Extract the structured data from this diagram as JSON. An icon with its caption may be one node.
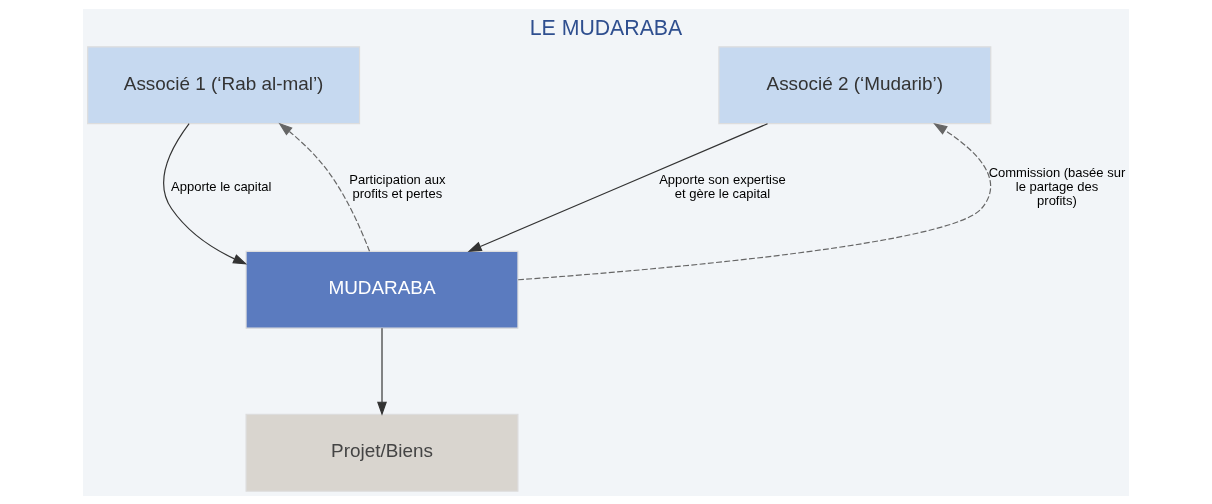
{
  "diagram": {
    "title": "LE MUDARABA",
    "nodes": [
      {
        "text": [
          "Associé 1 (‘Rab al-mal’)"
        ]
      },
      {
        "text": [
          "Associé 2 (‘Mudarib’)"
        ]
      },
      {
        "text": [
          "MUDARABA"
        ]
      },
      {
        "text": [
          "Projet/Biens"
        ]
      }
    ],
    "edges": [
      {
        "from": 2,
        "to": 0,
        "arrow": "to",
        "style": "dashed",
        "label": "Participation aux profits et pertes"
      },
      {
        "from": 2,
        "to": 1,
        "arrow": "to",
        "style": "dashed",
        "label": "Commission (basée sur le partage des profits)"
      },
      {
        "from": 0,
        "to": 2,
        "arrow": "to",
        "label": "Apporte le capital"
      },
      {
        "from": 1,
        "to": 2,
        "arrow": "to",
        "label": "Apporte son expertise et gère le capital"
      },
      {
        "from": 2,
        "to": 3,
        "arrow": "to"
      }
    ]
  }
}
